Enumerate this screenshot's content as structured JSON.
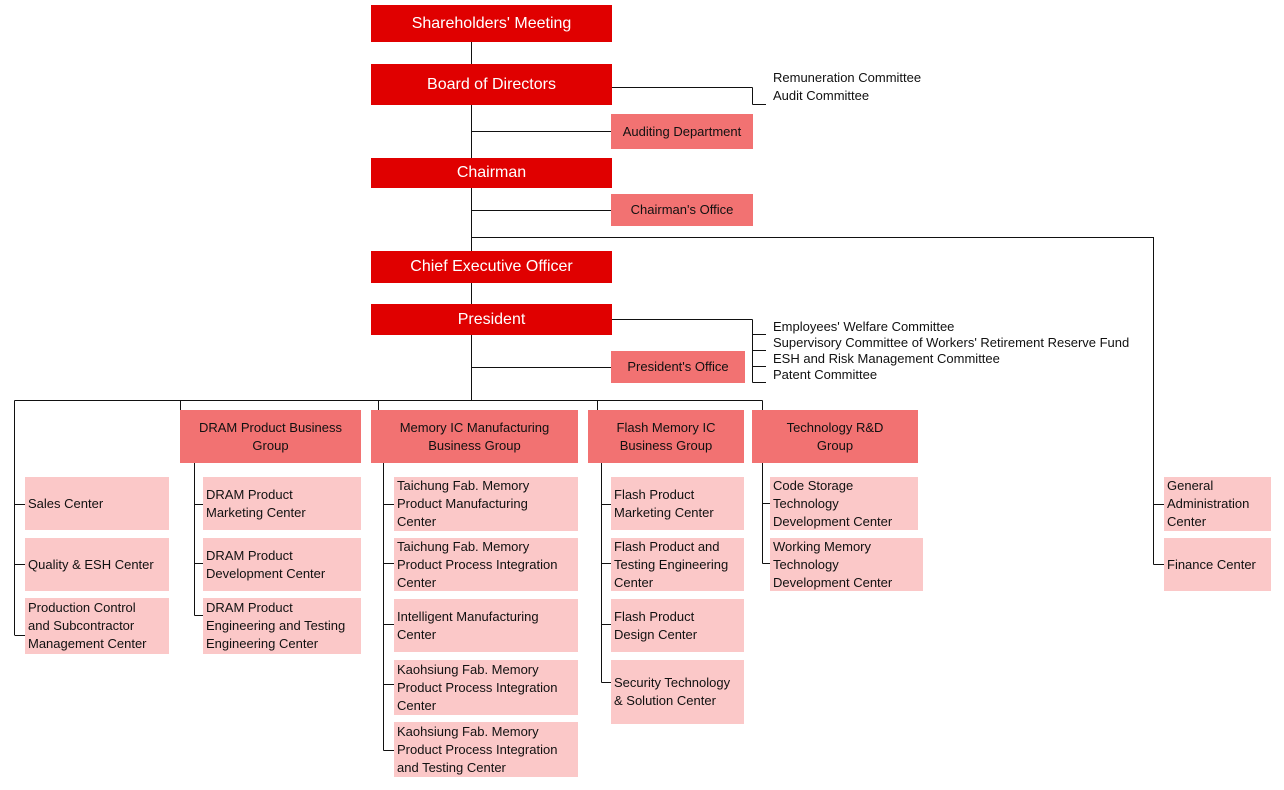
{
  "chart": {
    "top": {
      "shareholders": "Shareholders' Meeting",
      "board": "Board of Directors",
      "chairman": "Chairman",
      "ceo": "Chief Executive Officer",
      "president": "President"
    },
    "side_units": {
      "auditing": "Auditing Department",
      "chairmans_office": "Chairman's Office",
      "presidents_office": "President's Office"
    },
    "board_committees": [
      "Remuneration Committee",
      "Audit Committee"
    ],
    "president_committees": [
      "Employees' Welfare Committee",
      "Supervisory Committee of Workers' Retirement Reserve Fund",
      "ESH and Risk Management Committee",
      "Patent Committee"
    ],
    "groups": {
      "dram": "DRAM Product Business\nGroup",
      "memory_ic": "Memory IC Manufacturing\nBusiness Group",
      "flash": "Flash Memory IC\nBusiness Group",
      "tech": "Technology R&D\nGroup"
    },
    "centers": {
      "left": [
        "Sales Center",
        "Quality & ESH Center",
        "Production Control\nand Subcontractor\nManagement Center"
      ],
      "dram": [
        "DRAM Product\nMarketing Center",
        "DRAM Product\nDevelopment Center",
        "DRAM Product\nEngineering and Testing\nEngineering Center"
      ],
      "memory_ic": [
        "Taichung Fab. Memory\nProduct Manufacturing\nCenter",
        "Taichung Fab. Memory\nProduct Process Integration\nCenter",
        "Intelligent Manufacturing\nCenter",
        "Kaohsiung Fab. Memory\nProduct Process Integration\nCenter",
        "Kaohsiung Fab. Memory\nProduct Process Integration\nand Testing Center"
      ],
      "flash": [
        "Flash Product\nMarketing Center",
        "Flash Product and\nTesting Engineering\nCenter",
        "Flash Product\nDesign Center",
        "Security Technology\n& Solution Center"
      ],
      "tech": [
        "Code Storage\nTechnology\nDevelopment Center",
        "Working Memory\nTechnology\nDevelopment Center"
      ],
      "right": [
        "General\nAdministration\nCenter",
        "Finance Center"
      ]
    }
  }
}
